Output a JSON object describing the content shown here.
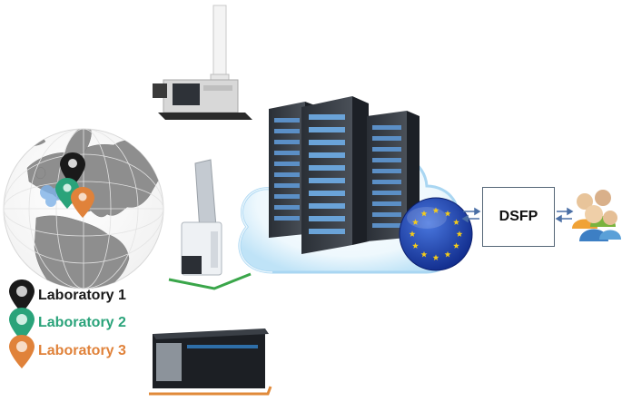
{
  "legend": {
    "items": [
      {
        "label": "Laboratory 1",
        "color": "#1a1a1a"
      },
      {
        "label": "Laboratory 2",
        "color": "#2aa37a"
      },
      {
        "label": "Laboratory 3",
        "color": "#e0823a"
      }
    ]
  },
  "platform": {
    "box_label": "DSFP",
    "flag_color": "#1f3fa8",
    "cloud_color": "#d9eef9"
  },
  "accents": {
    "instrument_base_green": "#3aa64a",
    "instrument_base_orange": "#e08a3a"
  }
}
